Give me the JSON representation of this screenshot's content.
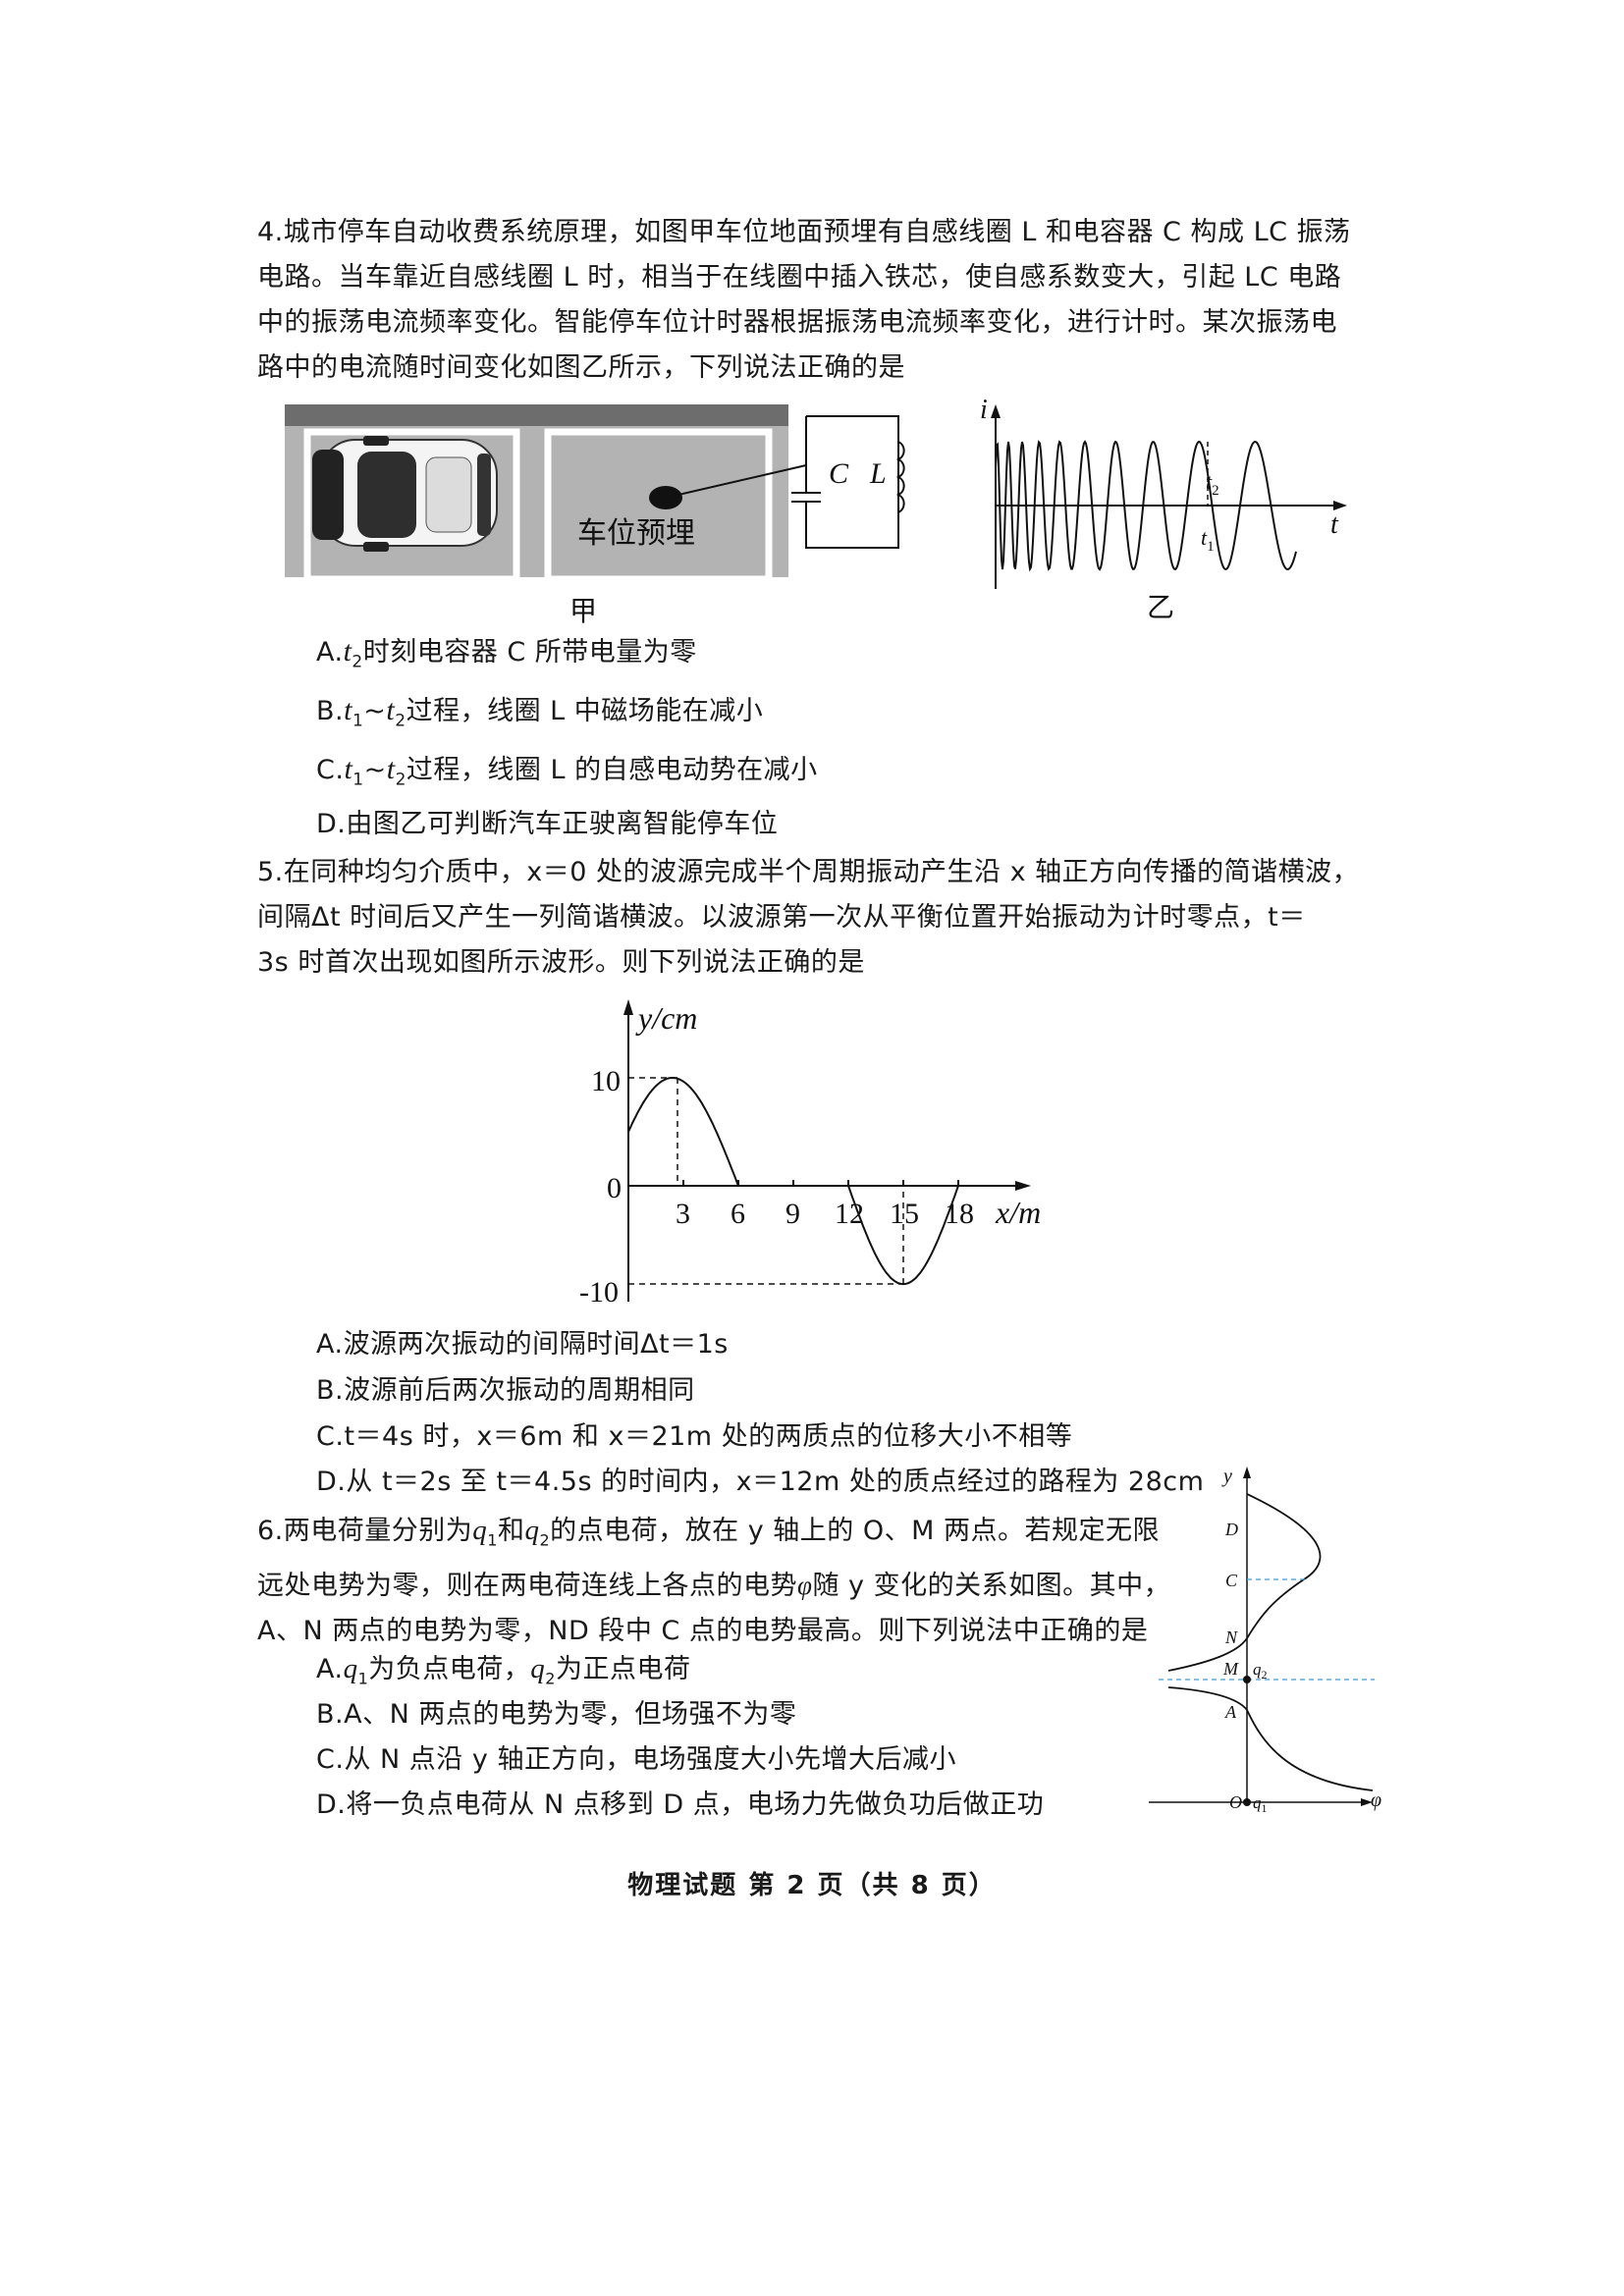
{
  "q4": {
    "lines": [
      "4.城市停车自动收费系统原理，如图甲车位地面预埋有自感线圈 L 和电容器 C 构成 LC 振荡",
      "电路。当车靠近自感线圈 L 时，相当于在线圈中插入铁芯，使自感系数变大，引起 LC 电路",
      "中的振荡电流频率变化。智能停车位计时器根据振荡电流频率变化，进行计时。某次振荡电",
      "路中的电流随时间变化如图乙所示，下列说法正确的是"
    ],
    "fig_jia": {
      "caption": "甲",
      "slot_label": "车位预埋",
      "cap_label": "C",
      "coil_label": "L"
    },
    "fig_yi": {
      "caption": "乙",
      "y_label": "i",
      "x_label": "t",
      "t1": "t",
      "t1_sub": "1",
      "t2": "t",
      "t2_sub": "2"
    },
    "options": [
      {
        "letter": "A.",
        "var": "t",
        "sub": "2",
        "text": "时刻电容器 C 所带电量为零"
      },
      {
        "letter": "B.",
        "var": "t",
        "sub": "1",
        "tilde": "~",
        "var2": "t",
        "sub2": "2",
        "text": "过程，线圈 L 中磁场能在减小"
      },
      {
        "letter": "C.",
        "var": "t",
        "sub": "1",
        "tilde": "~",
        "var2": "t",
        "sub2": "2",
        "text": "过程，线圈 L 的自感电动势在减小"
      },
      {
        "letter": "D.",
        "text": "由图乙可判断汽车正驶离智能停车位"
      }
    ]
  },
  "q5": {
    "lines": [
      "5.在同种均匀介质中，x＝0 处的波源完成半个周期振动产生沿 x 轴正方向传播的简谐横波，",
      "间隔Δt 时间后又产生一列简谐横波。以波源第一次从平衡位置开始振动为计时零点，t＝",
      "3s 时首次出现如图所示波形。则下列说法正确的是"
    ],
    "graph": {
      "y_label": "y/cm",
      "x_label": "x/m",
      "y_ticks": [
        "10",
        "0",
        "-10"
      ],
      "x_ticks": [
        "3",
        "6",
        "9",
        "12",
        "15",
        "18"
      ]
    },
    "options": [
      {
        "letter": "A.",
        "text": "波源两次振动的间隔时间Δt＝1s"
      },
      {
        "letter": "B.",
        "text": "波源前后两次振动的周期相同"
      },
      {
        "letter": "C.",
        "text": "t＝4s 时，x＝6m 和 x＝21m 处的两质点的位移大小不相等"
      },
      {
        "letter": "D.",
        "text": "从 t＝2s 至 t＝4.5s 的时间内，x＝12m 处的质点经过的路程为 28cm"
      }
    ]
  },
  "q6": {
    "line1_a": "6.两电荷量分别为",
    "q1": "q",
    "q1_sub": "1",
    "line1_b": "和",
    "q2": "q",
    "q2_sub": "2",
    "line1_c": "的点电荷，放在 y 轴上的 O、M 两点。若规定无限",
    "line2_a": "远处电势为零，则在两电荷连线上各点的电势",
    "phi": "φ",
    "line2_b": "随 y 变化的关系如图。其中，",
    "line3": "A、N 两点的电势为零，ND 段中 C 点的电势最高。则下列说法中正确的是",
    "graph": {
      "y_axis": "y",
      "x_axis": "φ",
      "labels": [
        "D",
        "C",
        "N",
        "M",
        "A",
        "O"
      ],
      "q1": "q",
      "q1_sub": "1",
      "q2": "q",
      "q2_sub": "2"
    },
    "options": [
      {
        "letter": "A.",
        "q1": "q",
        "q1_sub": "1",
        "text1": "为负点电荷，",
        "q2": "q",
        "q2_sub": "2",
        "text2": "为正点电荷"
      },
      {
        "letter": "B.",
        "text": "A、N 两点的电势为零，但场强不为零"
      },
      {
        "letter": "C.",
        "text": "从 N 点沿 y 轴正方向，电场强度大小先增大后减小"
      },
      {
        "letter": "D.",
        "text": "将一负点电荷从 N 点移到 D 点，电场力先做负功后做正功"
      }
    ]
  },
  "footer": "物理试题  第 2 页（共 8 页）"
}
